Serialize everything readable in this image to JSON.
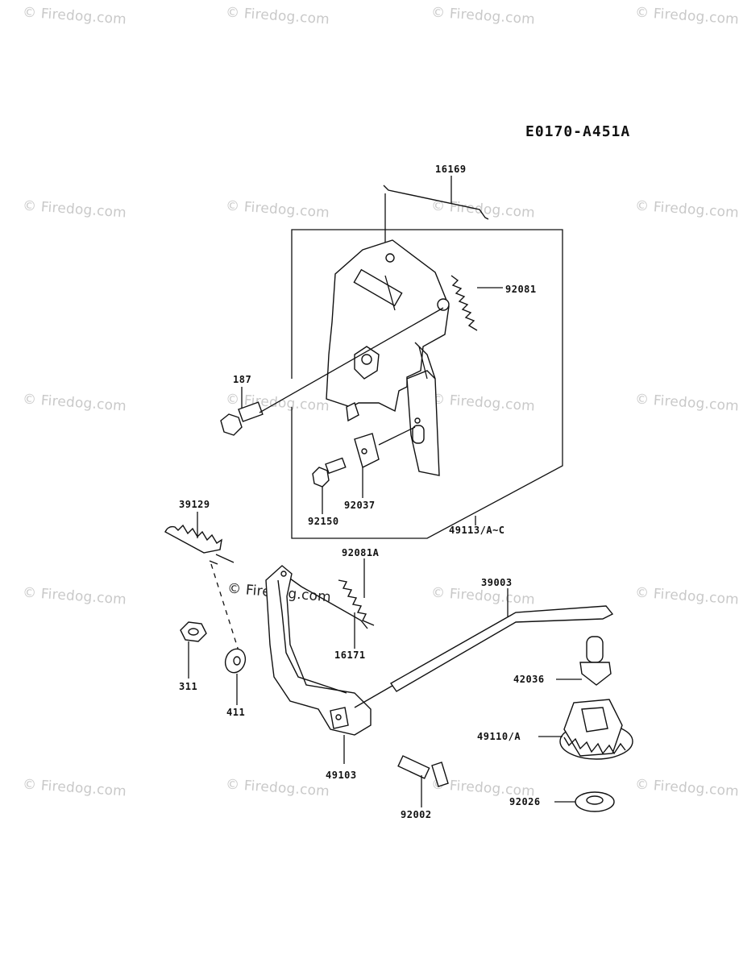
{
  "diagram": {
    "code": "E0170-A451A",
    "watermark": "© Firedog.com",
    "parts": {
      "p16169": "16169",
      "p92081": "92081",
      "p187": "187",
      "p92037": "92037",
      "p92150": "92150",
      "p49113": "49113/A~C",
      "p39129": "39129",
      "p92081a": "92081A",
      "p39003": "39003",
      "p16171": "16171",
      "p311": "311",
      "p411": "411",
      "p42036": "42036",
      "p49110": "49110/A",
      "p49103": "49103",
      "p92002": "92002",
      "p92026": "92026"
    }
  }
}
